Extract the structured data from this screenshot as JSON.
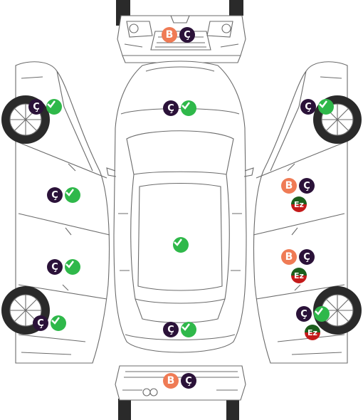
{
  "legend_codes": {
    "B": "B",
    "C": "Ç",
    "Ez": "Ez",
    "ok": "check-icon"
  },
  "colors": {
    "B": "#ef7b55",
    "C": "#2b1239",
    "ok": "#2fb84a",
    "Ez_top": "#1c5e1c",
    "Ez_bottom": "#c41a1a",
    "outline": "#6b6b6b",
    "tire": "#2a2a2a"
  },
  "parts": [
    {
      "part": "front-bumper",
      "marks": [
        "B",
        "C"
      ]
    },
    {
      "part": "hood",
      "marks": [
        "C",
        "ok"
      ]
    },
    {
      "part": "roof",
      "marks": [
        "ok"
      ]
    },
    {
      "part": "trunk",
      "marks": [
        "C",
        "ok"
      ]
    },
    {
      "part": "rear-bumper",
      "marks": [
        "B",
        "C"
      ]
    },
    {
      "part": "left-front-fender",
      "marks": [
        "C",
        "ok"
      ]
    },
    {
      "part": "left-front-door",
      "marks": [
        "C",
        "ok"
      ]
    },
    {
      "part": "left-rear-door",
      "marks": [
        "C",
        "ok"
      ]
    },
    {
      "part": "left-rear-fender",
      "marks": [
        "C",
        "ok"
      ]
    },
    {
      "part": "right-front-fender",
      "marks": [
        "C",
        "ok"
      ]
    },
    {
      "part": "right-front-door",
      "marks": [
        "B",
        "C",
        "Ez"
      ]
    },
    {
      "part": "right-rear-door",
      "marks": [
        "B",
        "C",
        "Ez"
      ]
    },
    {
      "part": "right-rear-fender",
      "marks": [
        "C",
        "ok",
        "Ez"
      ]
    }
  ]
}
